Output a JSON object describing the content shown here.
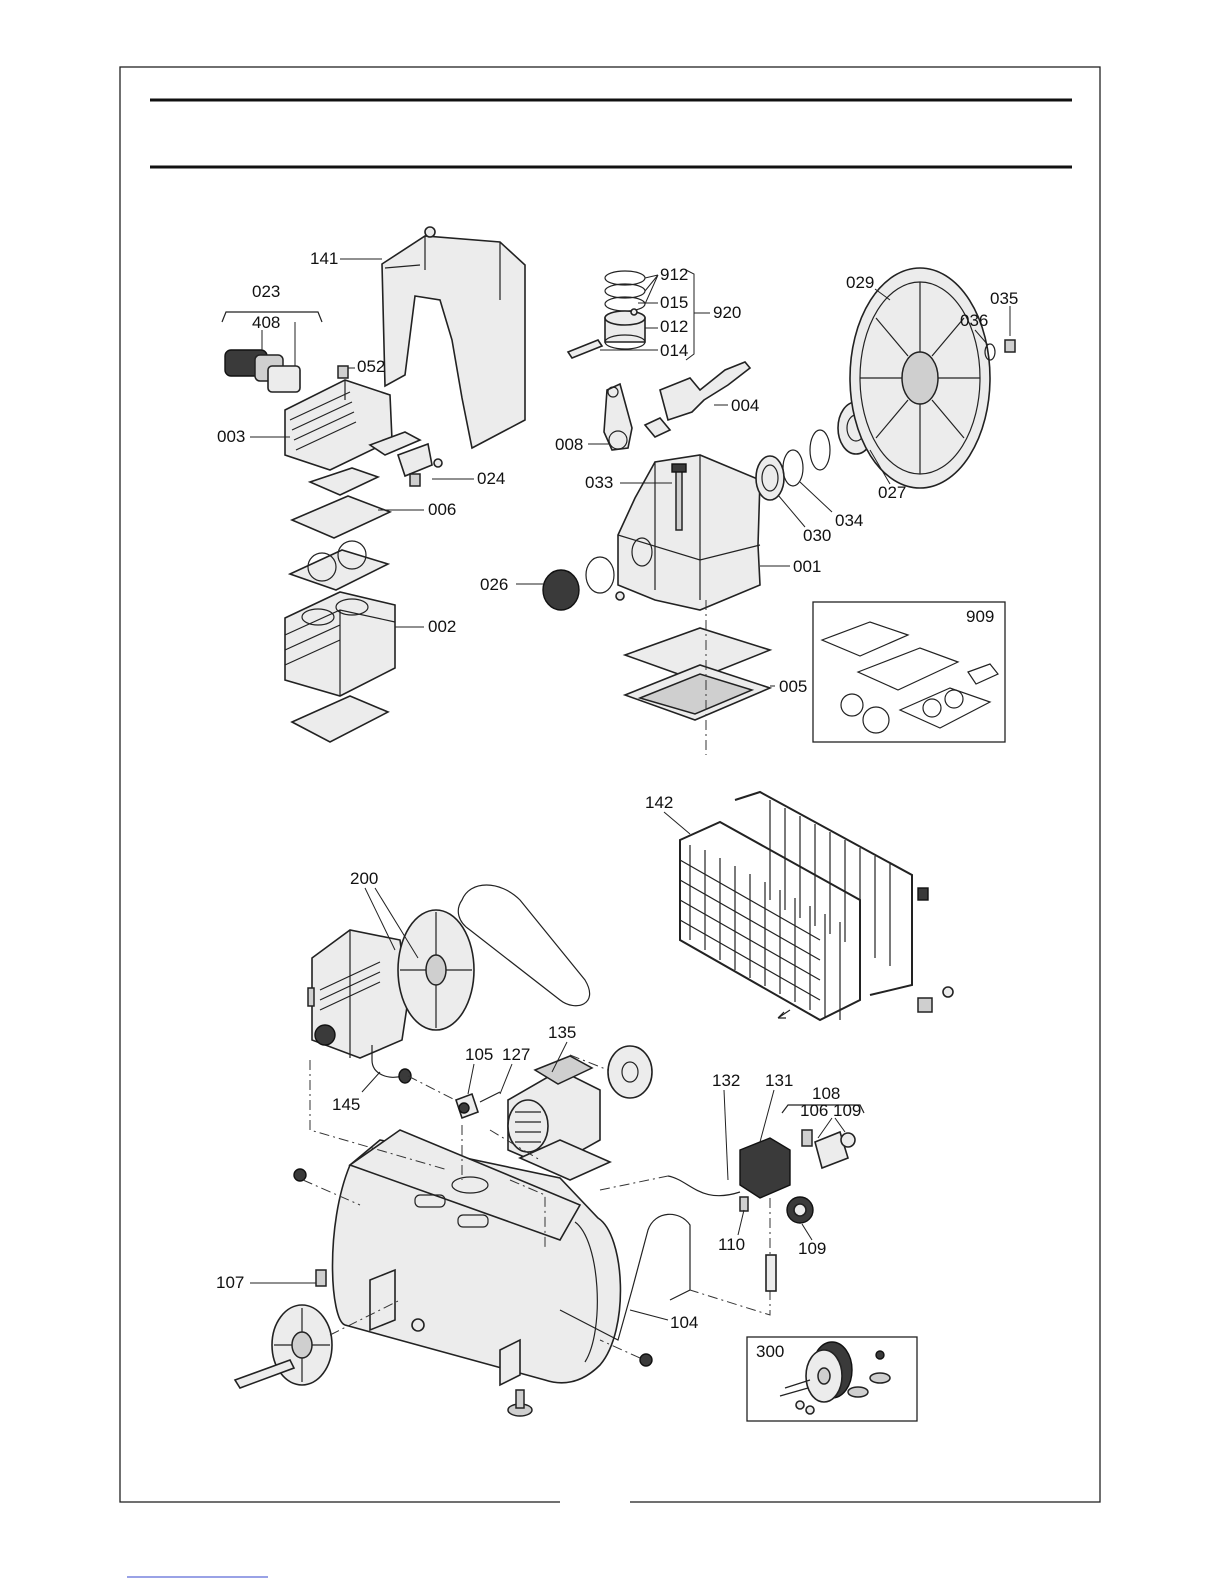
{
  "sections": {
    "pump": {
      "callouts": {
        "c141": "141",
        "c023": "023",
        "c408": "408",
        "c052": "052",
        "c003": "003",
        "c024": "024",
        "c006": "006",
        "c002": "002",
        "c912": "912",
        "c015": "015",
        "c012": "012",
        "c014": "014",
        "c920": "920",
        "c004": "004",
        "c008": "008",
        "c033": "033",
        "c026": "026",
        "c001": "001",
        "c005": "005",
        "c029": "029",
        "c035": "035",
        "c036": "036",
        "c027": "027",
        "c030": "030",
        "c034": "034",
        "c909": "909"
      }
    },
    "assembly": {
      "callouts": {
        "c142": "142",
        "c200": "200",
        "c145": "145",
        "c105": "105",
        "c127": "127",
        "c135": "135",
        "c132": "132",
        "c131": "131",
        "c108": "108",
        "c106": "106",
        "c109a": "109",
        "c110": "110",
        "c109b": "109",
        "c107": "107",
        "c104": "104",
        "c300": "300"
      }
    }
  },
  "colors": {
    "ink": "#222222",
    "paper": "#ffffff",
    "link": "#3344cc"
  }
}
